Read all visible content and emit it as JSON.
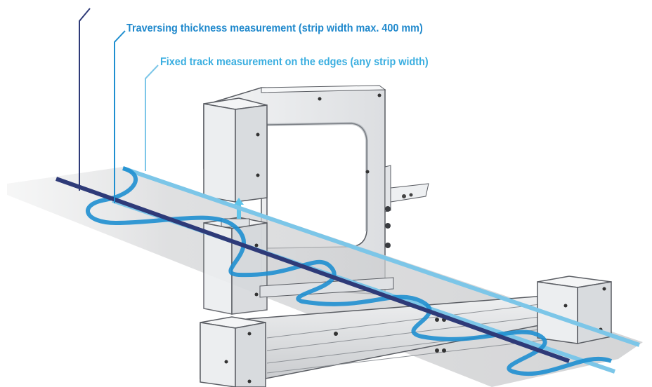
{
  "callouts": [
    {
      "id": "traversing",
      "label": "Traversing thickness measurement (strip width max. 400 mm)"
    },
    {
      "id": "fixed-track",
      "label": "Fixed track measurement on the edges (any strip width)"
    }
  ],
  "colors": {
    "central_line": "#2e3a78",
    "traversing_line": "#1f8fd0",
    "fixed_track_line": "#7cc6e8",
    "traversing_label": "#1e88cc",
    "fixed_track_label": "#3aaee0",
    "strip": "#d9dadc",
    "frame": "#e9ebee",
    "frame_edge": "#5a5d63"
  }
}
